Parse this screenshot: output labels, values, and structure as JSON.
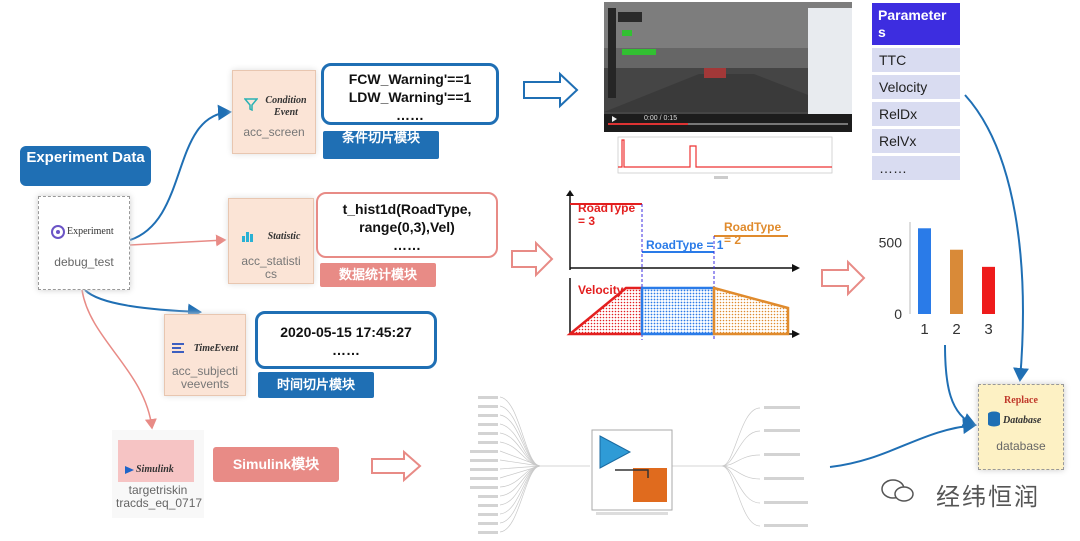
{
  "experiment_data_label": "Experiment Data",
  "experiment_node": {
    "name": "Experiment",
    "sub": "debug_test"
  },
  "condition_node": {
    "name": "Condition Event",
    "sub": "acc_screen"
  },
  "statistic_node": {
    "name": "Statistic",
    "sub": "acc_statisti cs"
  },
  "timeevent_node": {
    "name": "TimeEvent",
    "sub": "acc_subjecti veevents"
  },
  "simulink_node": {
    "name": "Simulink",
    "sub": "targetriskin tracds_eq_0717"
  },
  "condition_code": {
    "line1": "FCW_Warning'==1",
    "line2": "LDW_Warning'==1",
    "line3": "……"
  },
  "condition_tag": "条件切片模块",
  "statistic_code": {
    "line1": "t_hist1d(RoadType,",
    "line2": "range(0,3),Vel)",
    "line3": "……"
  },
  "statistic_tag": "数据统计模块",
  "time_code": {
    "line1": "2020-05-15 17:45:27",
    "line2": "……"
  },
  "time_tag": "时间切片模块",
  "simulink_tag": "Simulink模块",
  "parameters": {
    "header": "Parameter s",
    "items": [
      "TTC",
      "Velocity",
      "RelDx",
      "RelVx",
      "……"
    ]
  },
  "video_player": {
    "time": "0:00 / 0:15"
  },
  "roadtype_chart": {
    "label1": "RoadType = 3",
    "label2": "RoadType = 1",
    "label3": "RoadType = 2",
    "velocity_label": "Velocity"
  },
  "database_node": {
    "name1": "Replace",
    "name2": "Database",
    "sub": "database"
  },
  "watermark": "经纬恒润",
  "colors": {
    "blue": "#1f6fb4",
    "pink": "#e88b86",
    "red": "#e31f1f",
    "orange": "#e08b2d",
    "violet": "#3d2de0"
  },
  "chart_data": {
    "type": "bar",
    "categories": [
      "1",
      "2",
      "3"
    ],
    "values": [
      600,
      450,
      330
    ],
    "colors": [
      "#2a7be8",
      "#d98a38",
      "#ee1b1b"
    ],
    "ylim": [
      0,
      700
    ],
    "yticks": [
      0,
      500
    ]
  }
}
